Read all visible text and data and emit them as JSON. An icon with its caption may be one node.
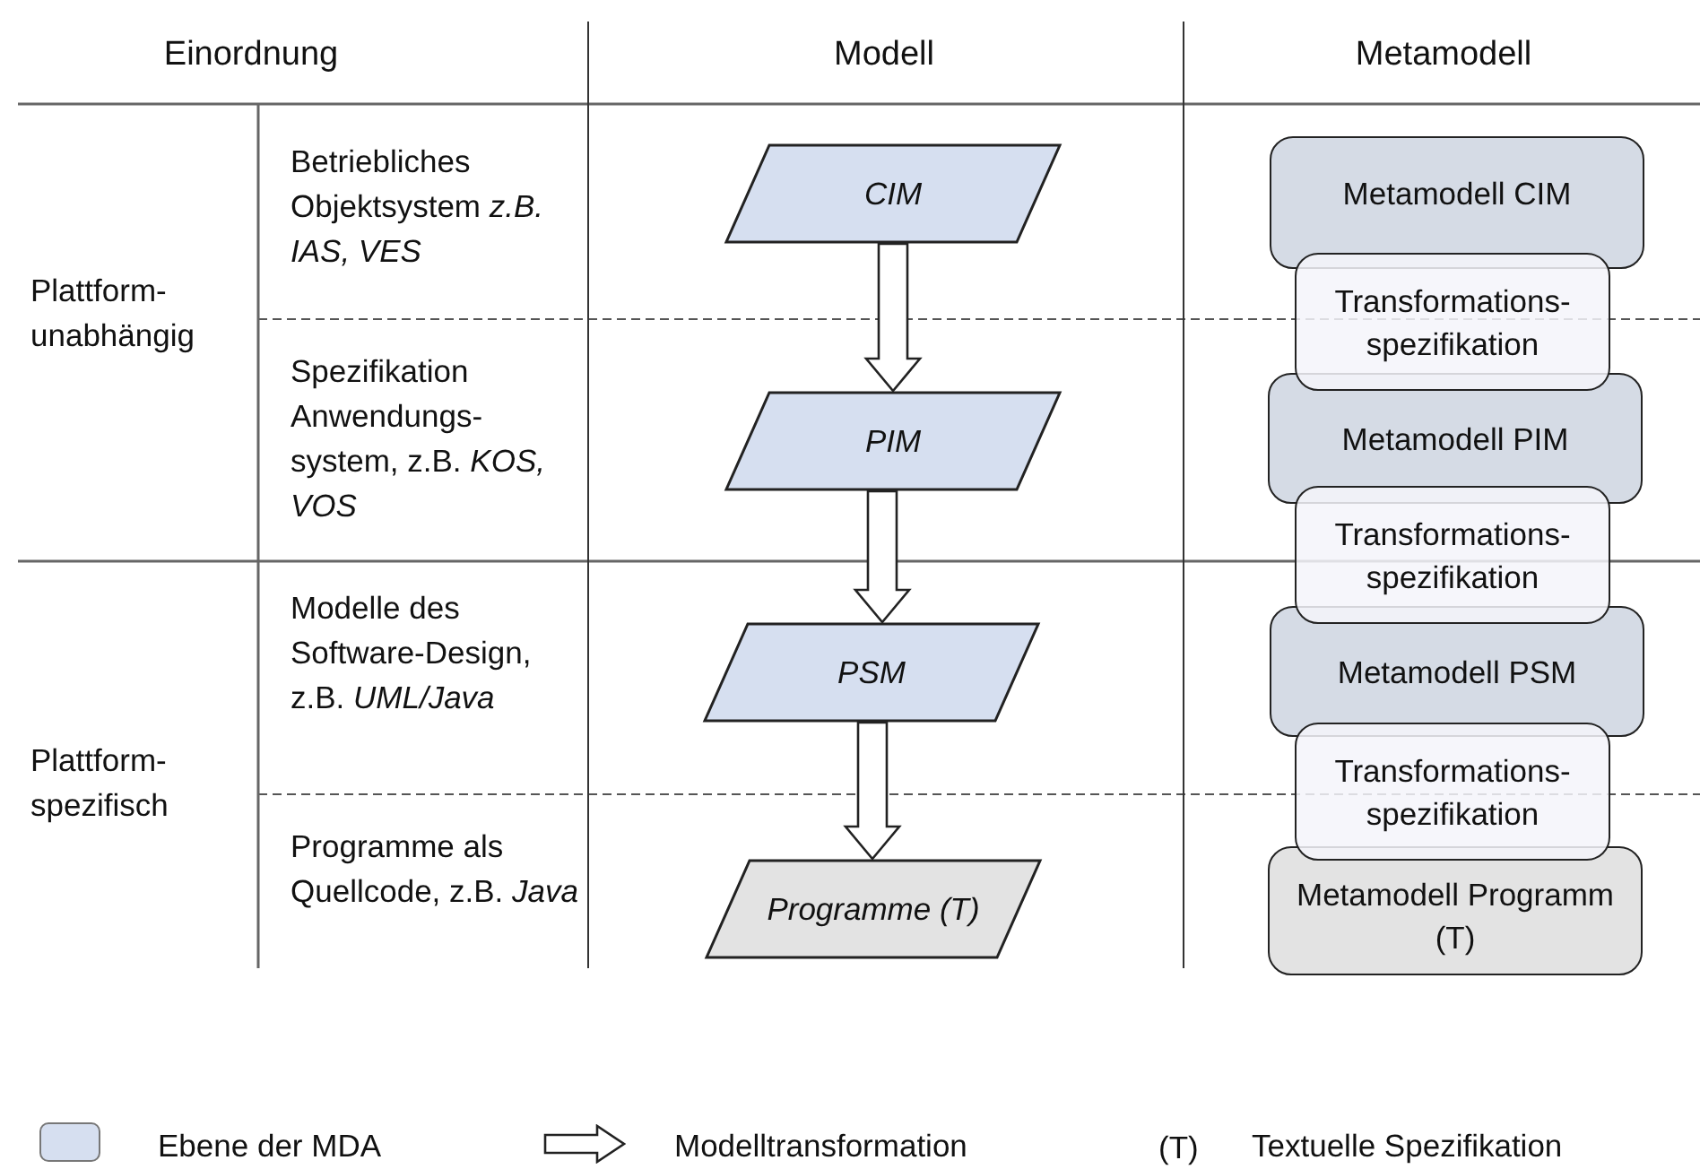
{
  "diagram": {
    "nodes": [
      {
        "text": [
          "CIM"
        ]
      },
      {
        "text": [
          "PIM"
        ]
      },
      {
        "text": [
          "PSM"
        ]
      },
      {
        "text": [
          "Programme (T)"
        ]
      },
      {
        "text": [
          "Metamodell CIM"
        ]
      },
      {
        "text": [
          "Transformations-spezifikation"
        ]
      },
      {
        "text": [
          "Metamodell PIM"
        ]
      },
      {
        "text": [
          "Transformations-spezifikation"
        ]
      },
      {
        "text": [
          "Metamodell PSM"
        ]
      },
      {
        "text": [
          "Transformations-spezifikation"
        ]
      },
      {
        "text": [
          "Metamodell Programm (T)"
        ]
      }
    ],
    "edges": [
      {
        "from": 0,
        "to": 1,
        "arrow": "to"
      },
      {
        "from": 1,
        "to": 2,
        "arrow": "to"
      },
      {
        "from": 2,
        "to": 3,
        "arrow": "to"
      }
    ],
    "labels": [
      "Einordnung",
      "Modell",
      "Metamodell",
      "Plattform-unabhängig",
      "Betriebliches Objektsystem *z.B. IAS, VES*",
      "Spezifikation Anwendungs-system, z.B. *KOS, VOS*",
      "Plattform-spezifisch",
      "Modelle des Software-Design, z.B. *UML/Java*",
      "Programme als Quellcode, z.B. *Java*",
      "(T)"
    ],
    "legend": [
      {
        "text": "Ebene der MDA",
        "color": "#d6dff0"
      },
      {
        "text": "Modelltransformation"
      },
      {
        "text": "Textuelle Spezifikation"
      }
    ]
  }
}
